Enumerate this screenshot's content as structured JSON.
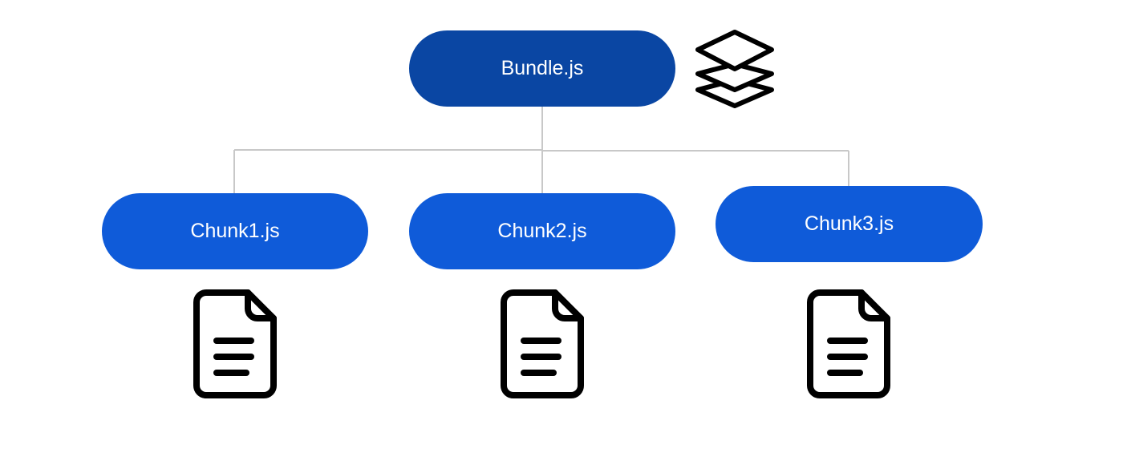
{
  "diagram": {
    "root": {
      "label": "Bundle.js",
      "icon": "layers-icon"
    },
    "chunks": [
      {
        "label": "Chunk1.js",
        "icon": "file-document-icon"
      },
      {
        "label": "Chunk2.js",
        "icon": "file-document-icon"
      },
      {
        "label": "Chunk3.js",
        "icon": "file-document-icon"
      }
    ],
    "colors": {
      "root_fill": "#0a46a3",
      "chunk_fill": "#0f5bd9",
      "connector": "#c8c8c8",
      "icon_stroke": "#000000"
    }
  }
}
